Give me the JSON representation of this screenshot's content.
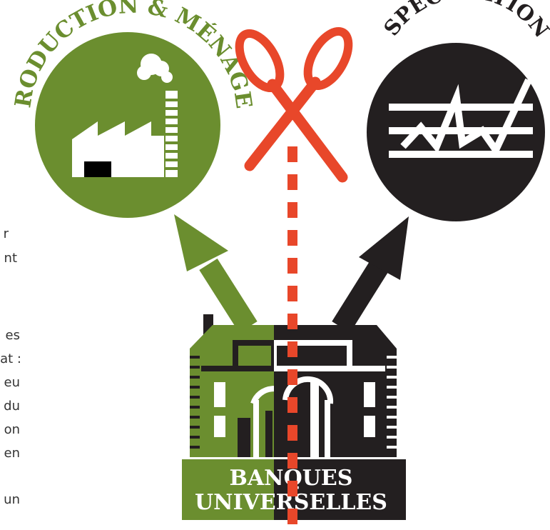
{
  "colors": {
    "green": "#6b8e2f",
    "black": "#231f20",
    "red": "#e8472a",
    "white": "#ffffff"
  },
  "left_node": {
    "label": "PRODUCTION & MÉNAGES",
    "icon": "factory-icon"
  },
  "right_node": {
    "label": "SPÉCULATION",
    "icon": "volatile-chart-icon"
  },
  "center_divider": {
    "icon": "scissors-icon"
  },
  "bank": {
    "line1": "BANQUES",
    "line2": "UNIVERSELLES",
    "icon": "bank-building-icon"
  },
  "cropped_text_fragments": [
    "r",
    "nt",
    "es",
    "at :",
    "eu",
    "du",
    "on",
    "en",
    "un"
  ]
}
